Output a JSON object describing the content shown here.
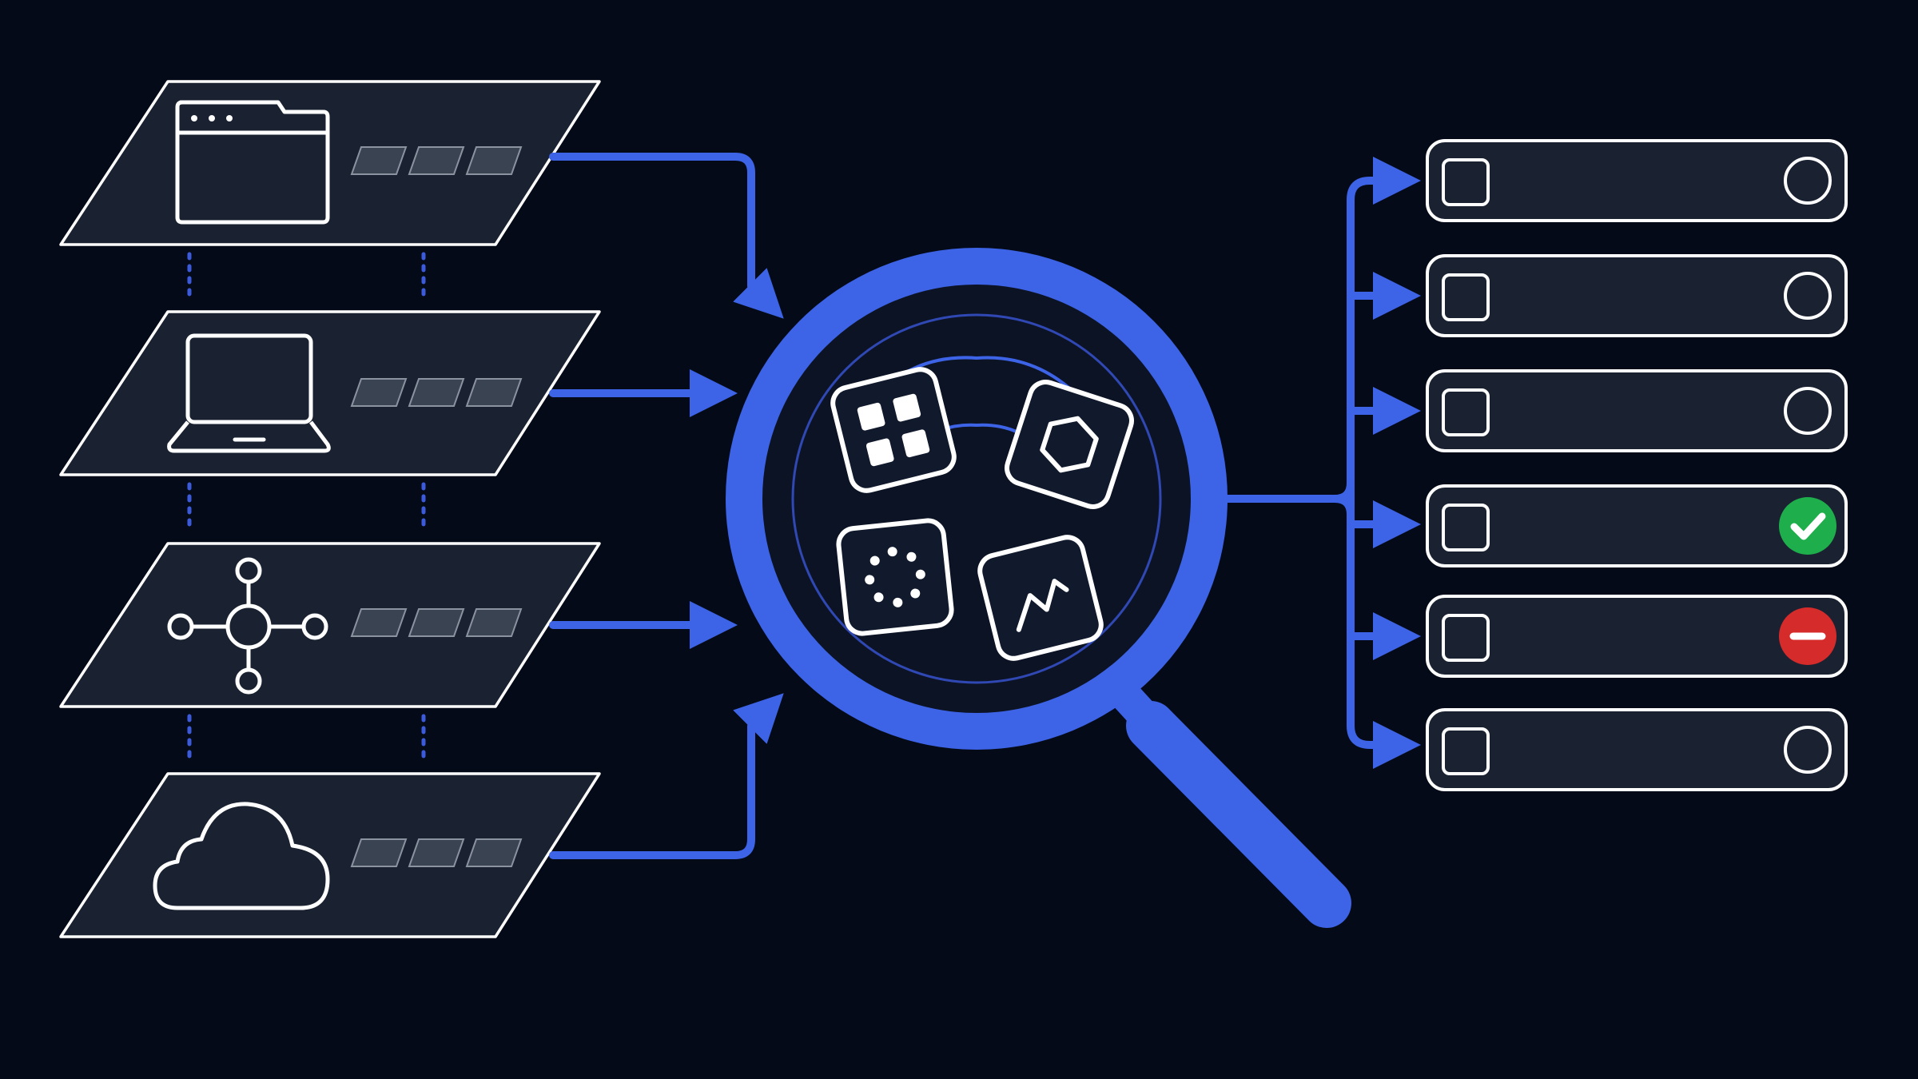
{
  "colors": {
    "background": "#040a17",
    "panel_fill": "#1a2231",
    "outline": "#ffffff",
    "accent_blue": "#3d63e6",
    "dot_blue": "#3b5bdb",
    "success_green": "#1fae4c",
    "error_red": "#d62b2b",
    "chip_fill": "#3a4352"
  },
  "layers": [
    {
      "icon": "browser-window-icon",
      "chips": 3
    },
    {
      "icon": "laptop-icon",
      "chips": 3
    },
    {
      "icon": "network-hub-icon",
      "chips": 3
    },
    {
      "icon": "cloud-icon",
      "chips": 3
    }
  ],
  "lens_tiles": [
    "grid-app-icon",
    "hexagon-icon",
    "dotted-ring-icon",
    "line-chart-icon"
  ],
  "results": [
    {
      "status": "pending",
      "status_icon": "empty-circle-icon"
    },
    {
      "status": "pending",
      "status_icon": "empty-circle-icon"
    },
    {
      "status": "pending",
      "status_icon": "empty-circle-icon"
    },
    {
      "status": "success",
      "status_icon": "check-circle-icon"
    },
    {
      "status": "error",
      "status_icon": "minus-circle-icon"
    },
    {
      "status": "pending",
      "status_icon": "empty-circle-icon"
    }
  ]
}
